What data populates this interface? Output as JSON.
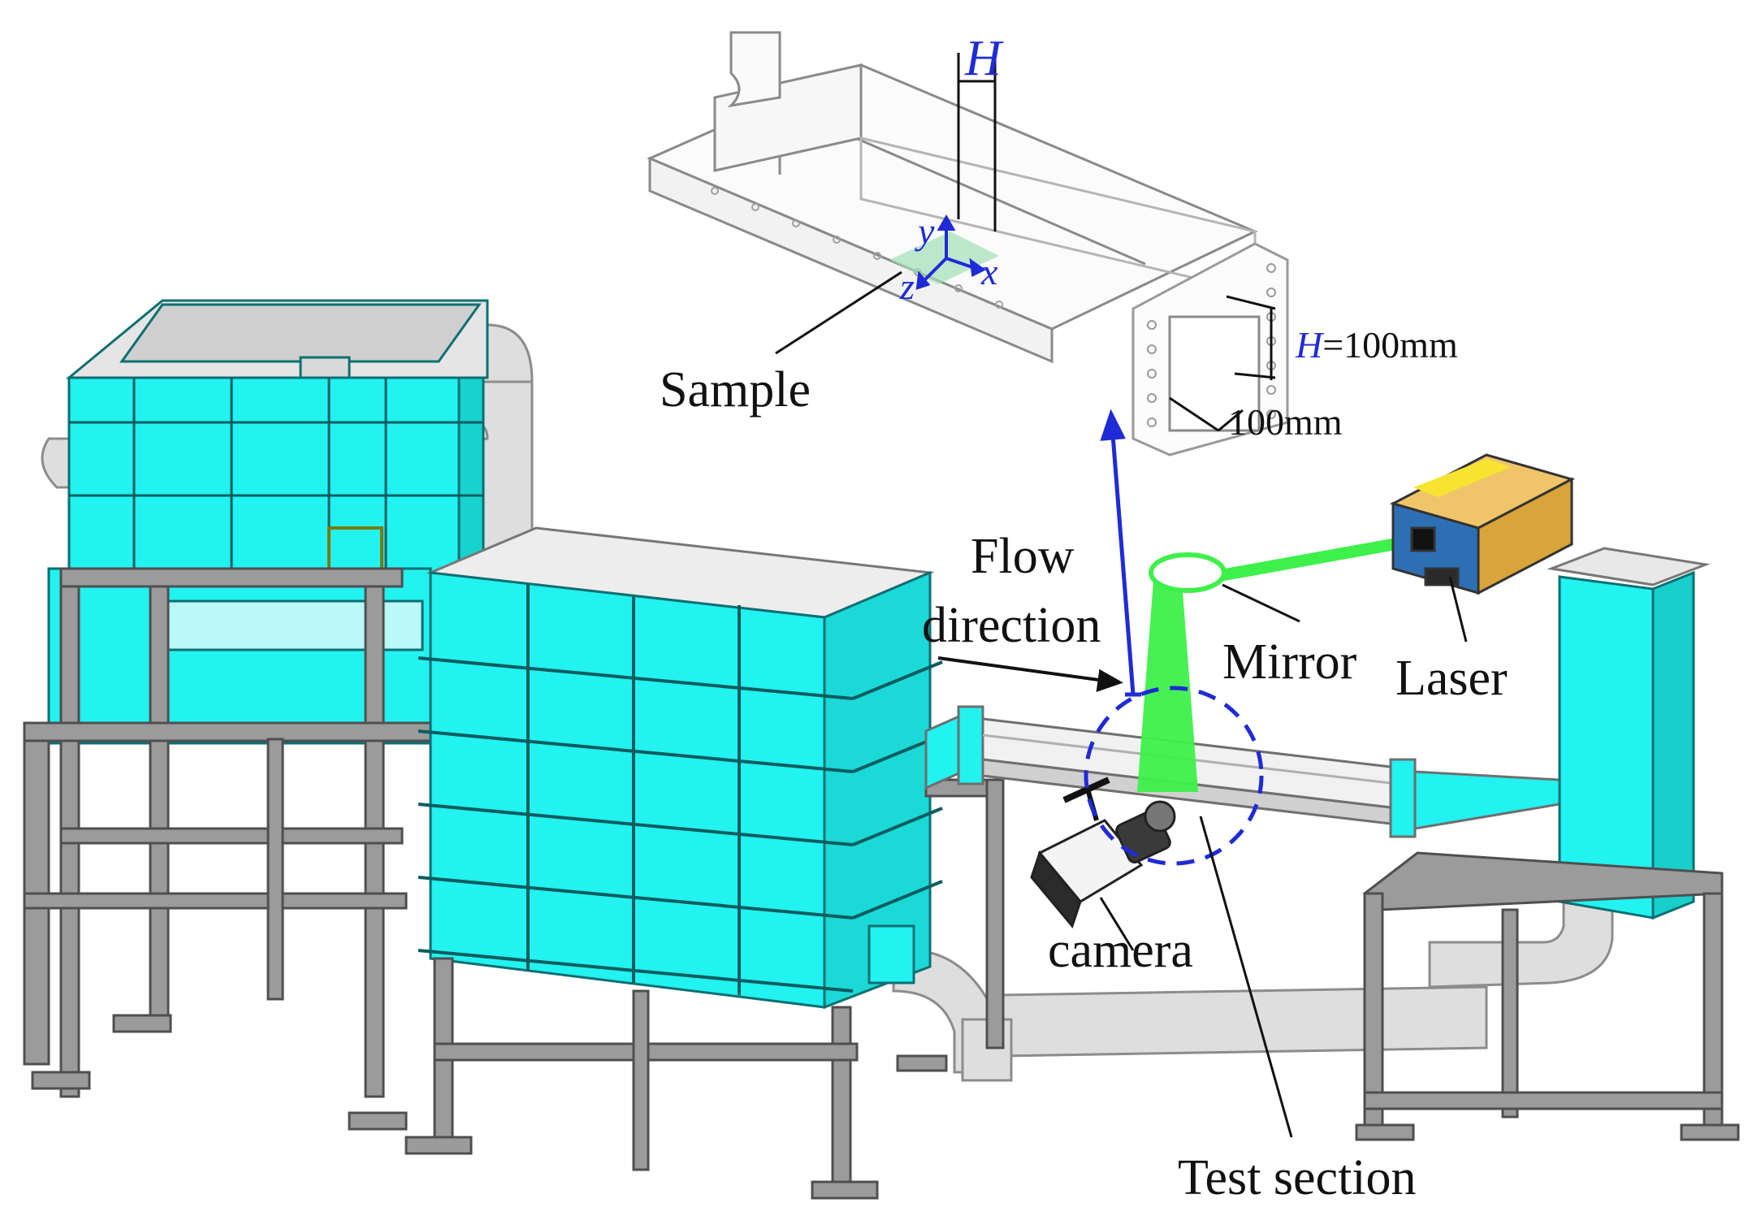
{
  "labels": {
    "H_top": "H",
    "H_eq_prefix": "H",
    "H_eq_value": "=100mm",
    "width_value": "100mm",
    "sample": "Sample",
    "axis_y": "y",
    "axis_x": "x",
    "axis_z": "z",
    "flow_line1": "Flow",
    "flow_line2": "direction",
    "mirror": "Mirror",
    "laser": "Laser",
    "camera": "camera",
    "test_section": "Test section"
  },
  "colors": {
    "tank_fill": "#22f2f0",
    "tank_edge": "#0d6f72",
    "frame": "#9b9b9b",
    "frame_edge": "#4f4f4f",
    "pipe": "#dedede",
    "laser_sheet": "#3ef04a",
    "annotation_blue": "#1f2bd6",
    "laser_body": "#d9a43a"
  }
}
